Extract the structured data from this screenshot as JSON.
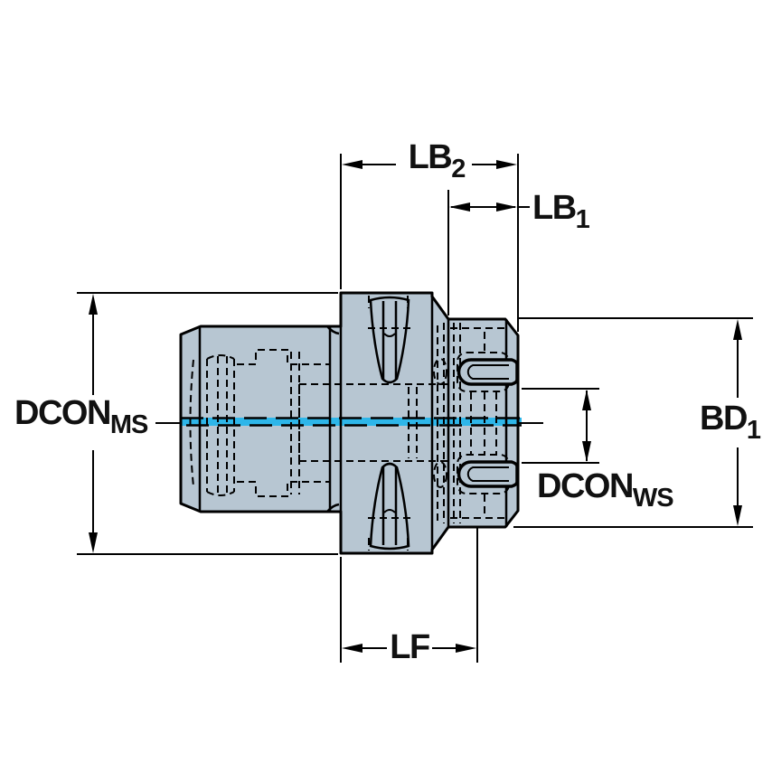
{
  "colors": {
    "background": "#ffffff",
    "line": "#000000",
    "body_fill": "#b7c6d2",
    "centerline": "#2eb6e9",
    "text": "#111111"
  },
  "dimensions": {
    "lb2": {
      "main": "LB",
      "sub": "2"
    },
    "lb1": {
      "main": "LB",
      "sub": "1"
    },
    "dcon_ms": {
      "main": "DCON",
      "sub": "MS"
    },
    "bd1": {
      "main": "BD",
      "sub": "1"
    },
    "dcon_ws": {
      "main": "DCON",
      "sub": "WS"
    },
    "lf": {
      "main": "LF",
      "sub": ""
    }
  }
}
